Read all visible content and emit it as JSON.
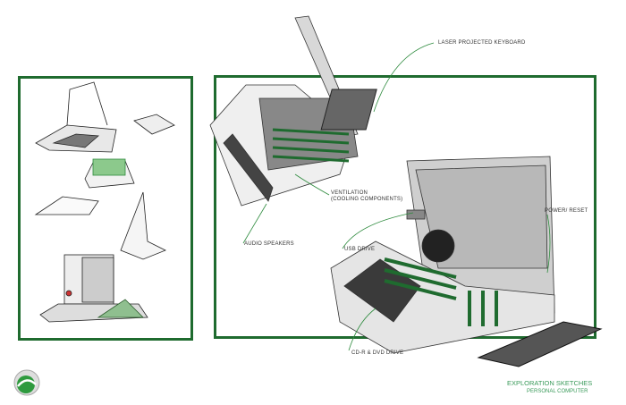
{
  "labels": {
    "laser_keyboard": "LASER PROJECTED KEYBOARD",
    "ventilation": "VENTILATION",
    "ventilation_sub": "(COOLING COMPONENTS)",
    "audio_speakers": "AUDIO SPEAKERS",
    "usb_drive": "USB DRIVE",
    "power_reset": "POWER/ RESET",
    "cd_dvd_drive": "CD-R & DVD DRIVE"
  },
  "footer": {
    "title": "EXPLORATION SKETCHES",
    "subtitle": "PERSONAL COMPUTER"
  },
  "colors": {
    "frame": "#1f6b2f",
    "accent": "#2e8b3e",
    "title": "#3a9a5a"
  }
}
